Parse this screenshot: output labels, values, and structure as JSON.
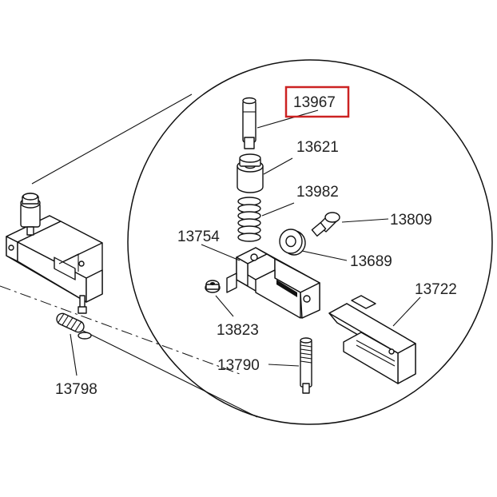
{
  "labels": {
    "p13967": "13967",
    "p13621": "13621",
    "p13982": "13982",
    "p13809": "13809",
    "p13754": "13754",
    "p13689": "13689",
    "p13722": "13722",
    "p13823": "13823",
    "p13790": "13790",
    "p13798": "13798"
  },
  "highlighted_part": "13967",
  "colors": {
    "highlight": "#cc2222",
    "line": "#111111",
    "label": "#222222"
  }
}
